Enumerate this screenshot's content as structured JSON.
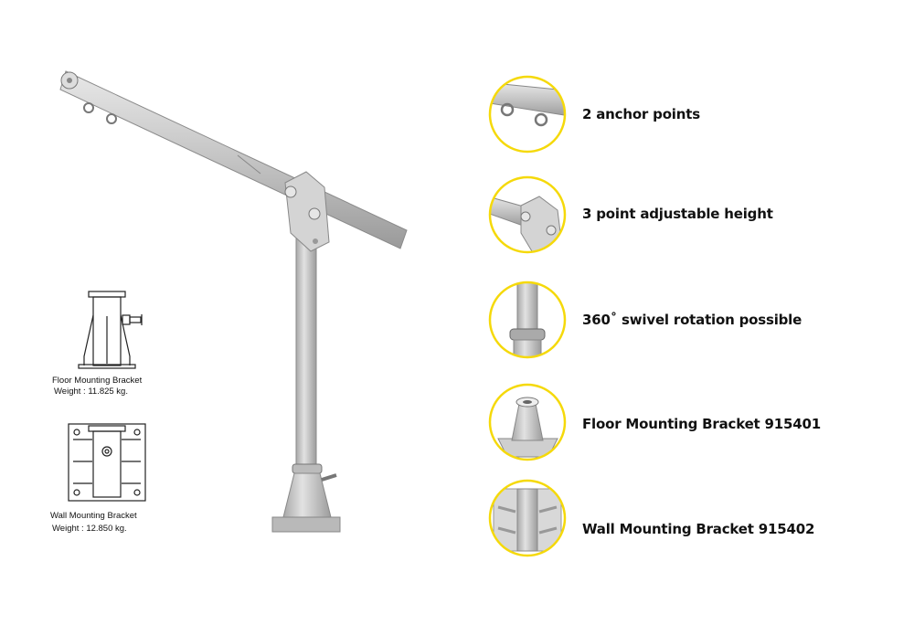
{
  "accent_color": "#f5d90a",
  "features": [
    {
      "label": "2 anchor points",
      "icon": "anchor-points-detail"
    },
    {
      "label": "3 point adjustable height",
      "icon": "pivot-joint-detail"
    },
    {
      "label": "360˚ swivel rotation possible",
      "icon": "swivel-collar-detail"
    },
    {
      "label": "Floor Mounting Bracket 915401",
      "icon": "floor-bracket-photo"
    },
    {
      "label": "Wall Mounting Bracket 915402",
      "icon": "wall-bracket-photo"
    }
  ],
  "drawings": {
    "floor": {
      "name": "Floor Mounting Bracket",
      "weight": "Weight : 11.825 kg."
    },
    "wall": {
      "name": "Wall Mounting Bracket",
      "weight": "Weight : 12.850 kg."
    }
  }
}
